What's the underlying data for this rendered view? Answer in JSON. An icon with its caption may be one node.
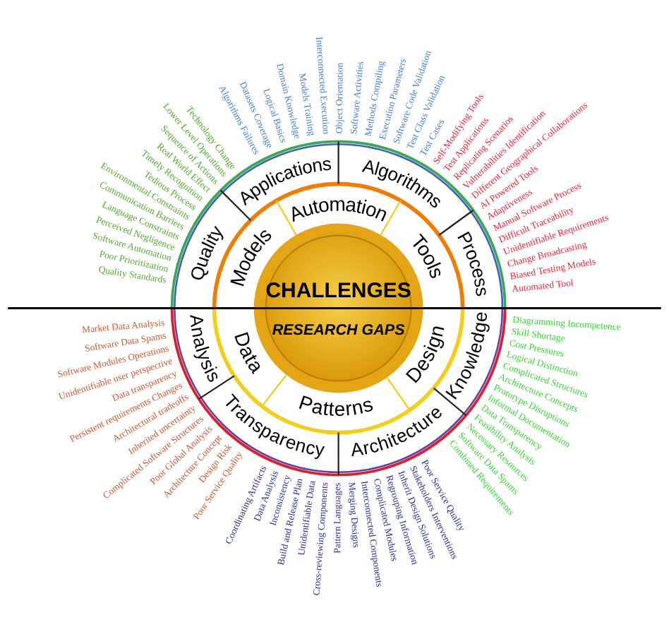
{
  "diagram": {
    "nodes": [
      {
        "text": [
          "CHALLENGES",
          "RESEARCH GAPS"
        ]
      },
      {
        "text": [
          "Models"
        ]
      },
      {
        "text": [
          "Automation"
        ]
      },
      {
        "text": [
          "Tools"
        ]
      },
      {
        "text": [
          "Data"
        ]
      },
      {
        "text": [
          "Patterns"
        ]
      },
      {
        "text": [
          "Design"
        ]
      },
      {
        "text": [
          "Quality"
        ]
      },
      {
        "text": [
          "Applications"
        ]
      },
      {
        "text": [
          "Algorithms"
        ]
      },
      {
        "text": [
          "Process"
        ]
      },
      {
        "text": [
          "Analysis"
        ]
      },
      {
        "text": [
          "Transparency"
        ]
      },
      {
        "text": [
          "Architecture"
        ]
      },
      {
        "text": [
          "Knowledge"
        ]
      }
    ],
    "edges": [],
    "labels": [
      "Technology Change",
      "Lower Level Operations",
      "Sequence of Actions",
      "Real World Effect",
      "Timely Recognition",
      "Tedious Process",
      "Environmental Constraints",
      "Communication Barriers",
      "Language Constraints",
      "Perceived Negligence",
      "Software Automation",
      "Poor Prioritization",
      "Quality Standards",
      "Algorithms Failures",
      "Datasets Coverage",
      "Logical Basics",
      "Domain Knowledge",
      "Models Training",
      "Interconnected Execution",
      "Object Orientation",
      "Software Activities",
      "Methods Compiling",
      "Execution Parameters",
      "Software Code Validation",
      "Test Class Validation",
      "Test Cases",
      "Self-Modifying Tools",
      "Test Applications",
      "Replicating Scenarios",
      "Vulnerabilities Identification",
      "Different Geographical Collaborations",
      "AI Powered Tools",
      "Adaptiveness",
      "Manual Software Process",
      "Difficult Traceability",
      "Unidentifiable Requirements",
      "Change Broadcasting",
      "Biased Testing Models",
      "Automated Tool",
      "Market Data Analysis",
      "Software Data Spams",
      "Software Modules Operations",
      "Unidentifiable user perspective",
      "Data transparency",
      "Persistent requirements Changes",
      "Architectural tradeoffs",
      "Inherited uncertainty",
      "Complicated Software Structures",
      "Poor Global Analysis",
      "Architecture Concept",
      "Design Risk",
      "Poor Service Quality",
      "Coordinating Artifacts",
      "Data Analysis",
      "Inconsistency",
      "Build and Release Plan",
      "Unidentifiable Data",
      "Cross-reviewing Components",
      "Pattern Languages",
      "Merging Designs",
      "Interconnected Components",
      "Complicated Modules",
      "Regrouping Information",
      "Inherit Design Solutions",
      "Stakeholders Interventions",
      "Poor Service Quality",
      "Diagramming Incompetence",
      "Skill Shortage",
      "Cost Pressures",
      "Logical Distinction",
      "Complicated Structures",
      "Architecture Concepts",
      "Prototype Disruptions",
      "Informal Documentation",
      "Data Transparency",
      "Feasibility Analysis",
      "Necessary Resources",
      "Software Data Spams",
      "Combined Requirements"
    ]
  }
}
